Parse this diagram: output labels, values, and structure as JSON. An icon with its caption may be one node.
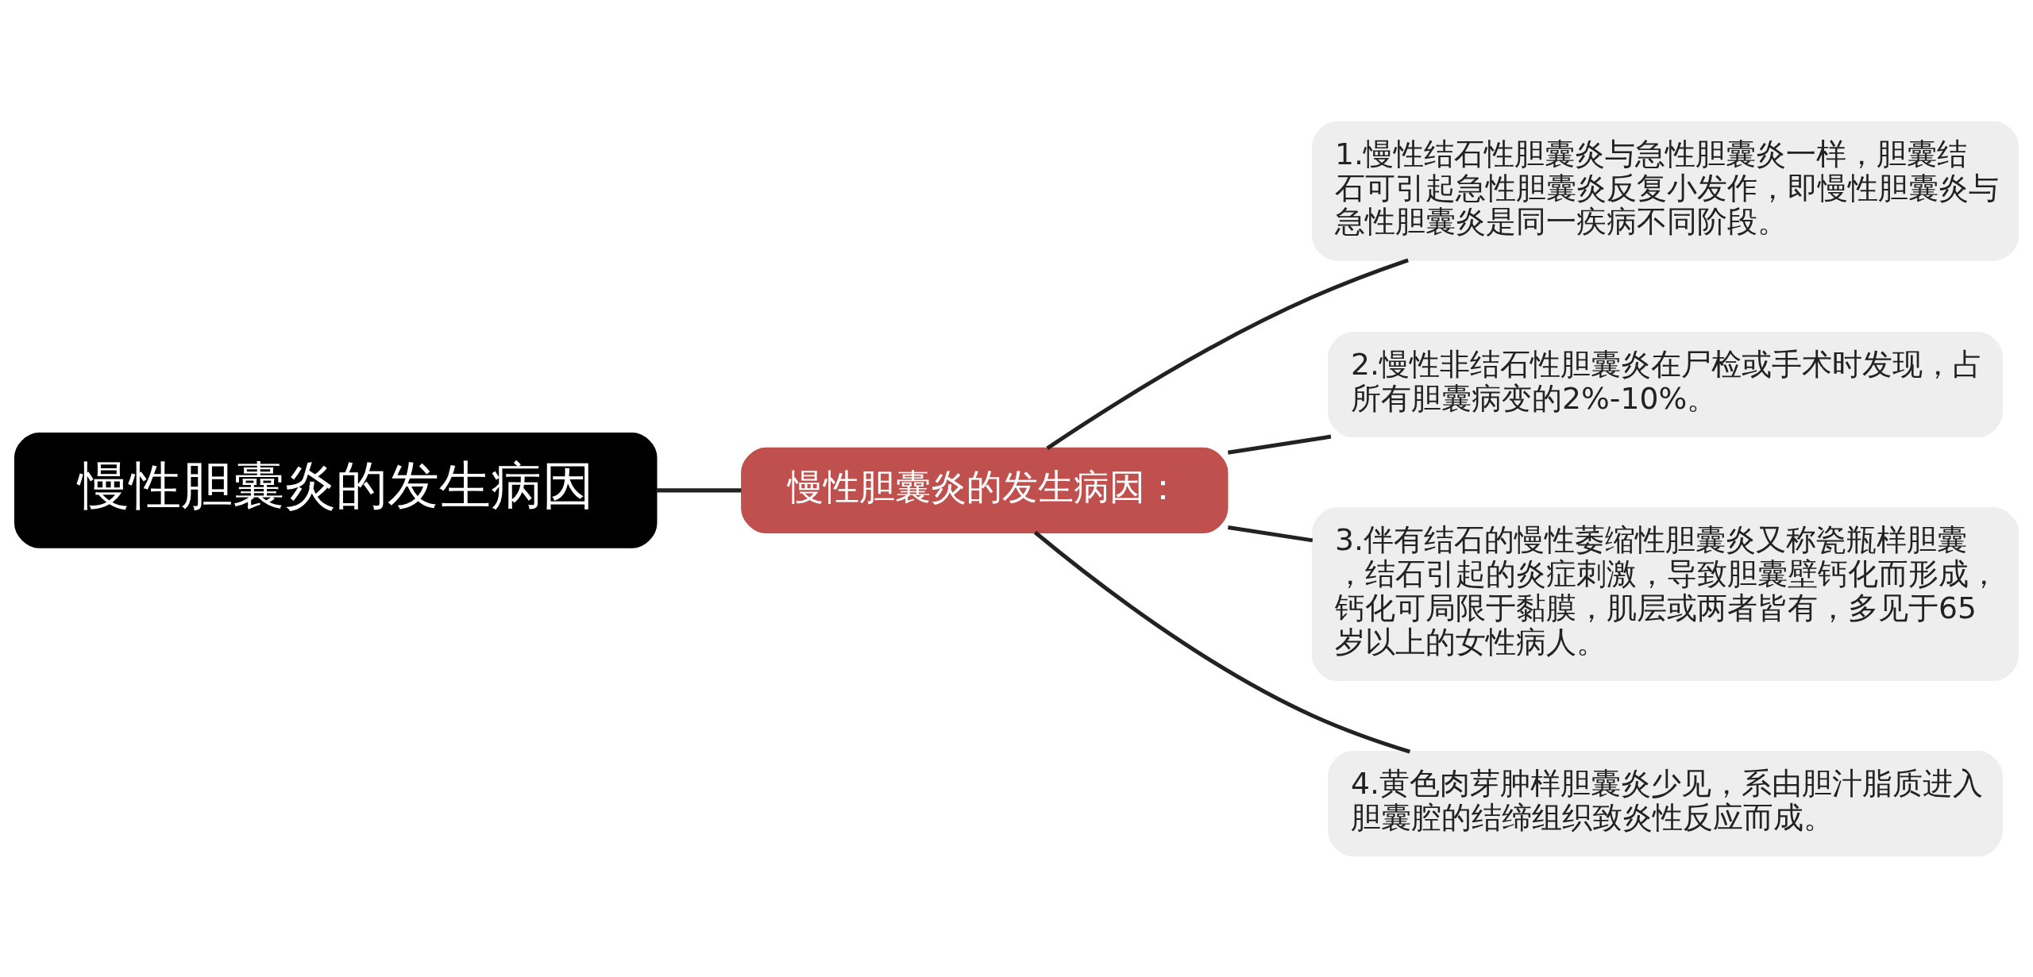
{
  "diagram": {
    "nodes": [
      {
        "text": [
          "慢性胆囊炎的发生病因"
        ]
      },
      {
        "text": [
          "慢性胆囊炎的发生病因："
        ]
      },
      {
        "text": [
          "1.慢性结石性胆囊炎与急性胆囊炎一样，胆囊结石可引起急性胆囊炎反复小发作，即慢性胆囊炎与急性胆囊炎是同一疾病不同阶段。"
        ]
      },
      {
        "text": [
          "2.慢性非结石性胆囊炎在尸检或手术时发现，占所有胆囊病变的2%-10%。"
        ]
      },
      {
        "text": [
          "3.伴有结石的慢性萎缩性胆囊炎又称瓷瓶样胆囊，结石引起的炎症刺激，导致胆囊壁钙化而形成，钙化可局限于黏膜，肌层或两者皆有，多见于65岁以上的女性病人。"
        ]
      },
      {
        "text": [
          "4.黄色肉芽肿样胆囊炎少见，系由胆汁脂质进入胆囊腔的结缔组织致炎性反应而成。"
        ]
      }
    ],
    "edges": [
      {
        "from": 0,
        "to": 1,
        "arrow": "none"
      },
      {
        "from": 1,
        "to": 2,
        "arrow": "none"
      },
      {
        "from": 1,
        "to": 3,
        "arrow": "none"
      },
      {
        "from": 1,
        "to": 4,
        "arrow": "none"
      },
      {
        "from": 1,
        "to": 5,
        "arrow": "none"
      }
    ]
  }
}
